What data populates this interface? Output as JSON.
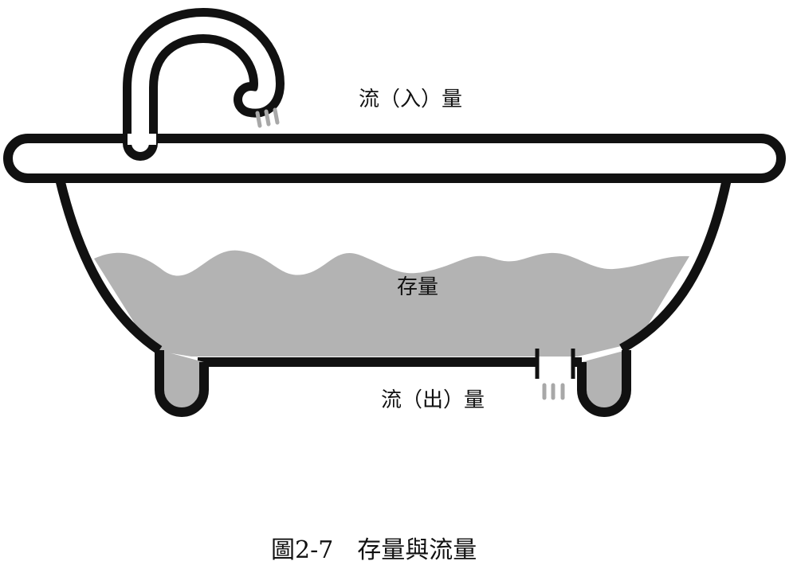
{
  "labels": {
    "inflow": "流（入）量",
    "stock": "存量",
    "outflow": "流（出）量"
  },
  "caption": "圖2-7　存量與流量",
  "colors": {
    "outline": "#111111",
    "water": "#b3b3b3",
    "drops": "#a8a8a8"
  }
}
